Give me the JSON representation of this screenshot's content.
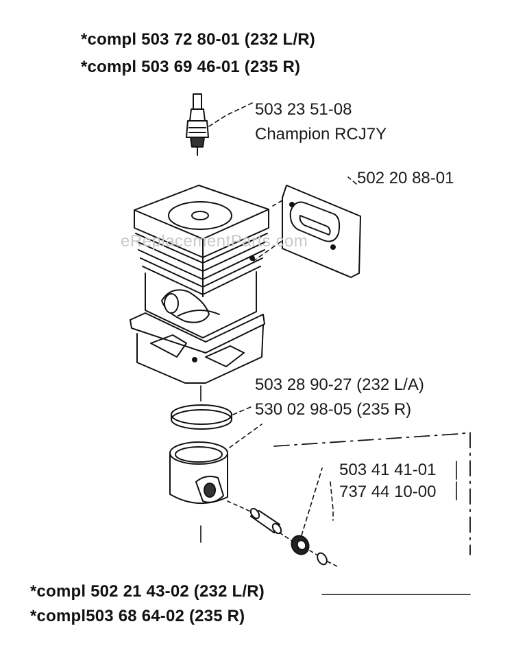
{
  "header": {
    "line1": "*compl 503 72 80-01 (232 L/R)",
    "line2": "*compl 503 69 46-01 (235 R)"
  },
  "parts": {
    "spark_plug_number": "503 23 51-08",
    "spark_plug_name": "Champion RCJ7Y",
    "gasket": "502 20 88-01",
    "ring_1": "503 28 90-27 (232 L/A)",
    "ring_2": "530 02 98-05 (235 R)",
    "pin_1": "503 41 41-01",
    "pin_2": "737 44 10-00"
  },
  "footer": {
    "line1": "*compl 502 21 43-02 (232 L/R)",
    "line2": "*compl503 68 64-02 (235 R)"
  },
  "watermark": "eReplacementParts.com"
}
